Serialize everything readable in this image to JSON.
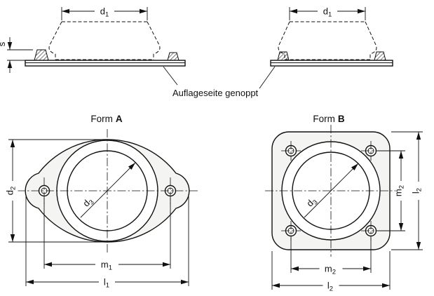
{
  "colors": {
    "line": "#111111",
    "face": "#f4f4f2",
    "background": "#ffffff"
  },
  "note": "Auflageseite genoppt",
  "forms": {
    "a": {
      "word": "Form",
      "letter": "A"
    },
    "b": {
      "word": "Form",
      "letter": "B"
    }
  },
  "dims": {
    "d1": {
      "base": "d",
      "sub": "1"
    },
    "d2": {
      "base": "d",
      "sub": "2"
    },
    "d3": {
      "base": "d",
      "sub": "3"
    },
    "m1": {
      "base": "m",
      "sub": "1"
    },
    "m2": {
      "base": "m",
      "sub": "2"
    },
    "l1": {
      "base": "l",
      "sub": "1"
    },
    "l2": {
      "base": "l",
      "sub": "2"
    },
    "s": {
      "base": "s",
      "sub": ""
    }
  }
}
